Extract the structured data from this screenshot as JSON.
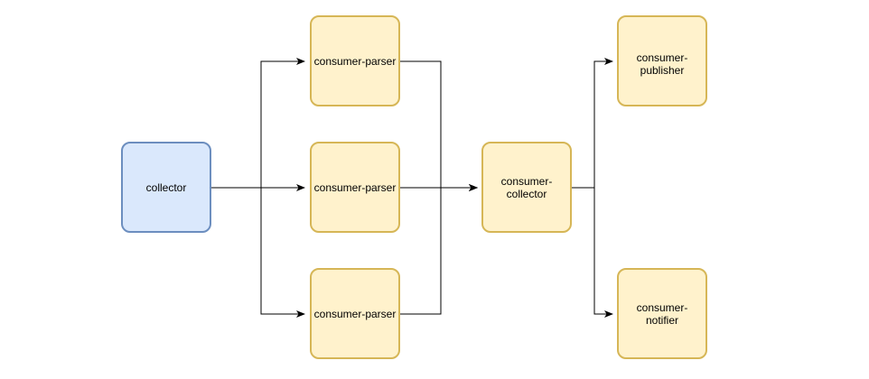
{
  "diagram": {
    "colors": {
      "source_fill": "#dae8fc",
      "source_stroke": "#6c8ebf",
      "consumer_fill": "#fff2cc",
      "consumer_stroke": "#d6b656",
      "edge": "#000000"
    },
    "nodes": {
      "collector": {
        "label": "collector"
      },
      "parser_1": {
        "label": "consumer-parser"
      },
      "parser_2": {
        "label": "consumer-parser"
      },
      "parser_3": {
        "label": "consumer-parser"
      },
      "consumer_collector": {
        "label": "consumer-\ncollector"
      },
      "publisher": {
        "label": "consumer-\npublisher"
      },
      "notifier": {
        "label": "consumer-notifier"
      }
    },
    "edges": [
      {
        "from": "collector",
        "to": "parser_1"
      },
      {
        "from": "collector",
        "to": "parser_2"
      },
      {
        "from": "collector",
        "to": "parser_3"
      },
      {
        "from": "parser_1",
        "to": "consumer_collector"
      },
      {
        "from": "parser_2",
        "to": "consumer_collector"
      },
      {
        "from": "parser_3",
        "to": "consumer_collector"
      },
      {
        "from": "consumer_collector",
        "to": "publisher"
      },
      {
        "from": "consumer_collector",
        "to": "notifier"
      }
    ]
  }
}
